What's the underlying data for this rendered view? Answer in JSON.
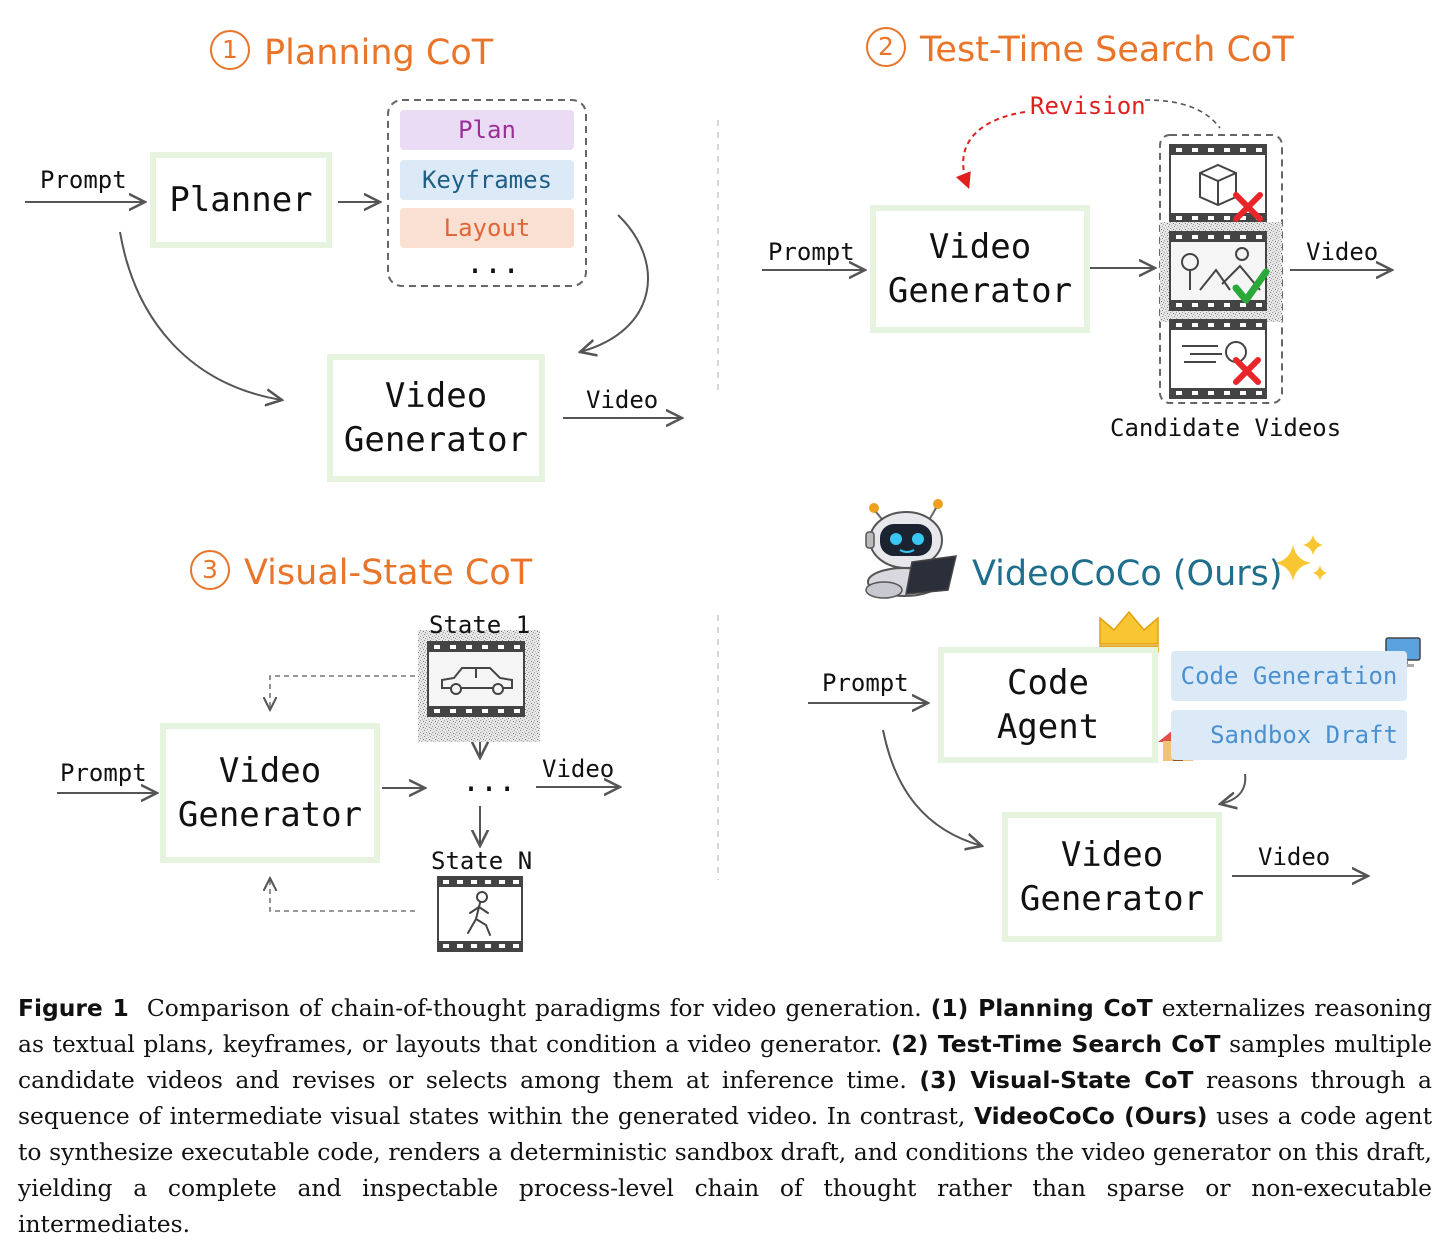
{
  "panel1": {
    "num": "1",
    "title": "Planning CoT",
    "prompt": "Prompt",
    "planner": "Planner",
    "items": {
      "plan": "Plan",
      "keyframes": "Keyframes",
      "layout": "Layout",
      "more": "..."
    },
    "generator": "Video\nGenerator",
    "output": "Video"
  },
  "panel2": {
    "num": "2",
    "title": "Test-Time Search CoT",
    "revision": "Revision",
    "prompt": "Prompt",
    "generator": "Video\nGenerator",
    "output": "Video",
    "candidates": "Candidate Videos"
  },
  "panel3": {
    "num": "3",
    "title": "Visual-State CoT",
    "prompt": "Prompt",
    "generator": "Video\nGenerator",
    "state1": "State 1",
    "stateN": "State N",
    "more": "...",
    "output": "Video"
  },
  "panel4": {
    "title": "VideoCoCo (Ours)",
    "prompt": "Prompt",
    "agent": "Code\nAgent",
    "code_generation": "Code Generation",
    "sandbox_draft": "Sandbox Draft",
    "generator": "Video\nGenerator",
    "output": "Video"
  },
  "caption": {
    "fig": "Figure 1",
    "t1": "Comparison of chain-of-thought paradigms for video generation.",
    "b1": "(1) Planning CoT",
    "t2": "externalizes reasoning as textual plans, keyframes, or layouts that condition a video generator.",
    "b2": "(2) Test-Time Search CoT",
    "t3": "samples multiple candidate videos and revises or selects among them at inference time.",
    "b3": "(3) Visual-State CoT",
    "t4": "reasons through a sequence of intermediate visual states within the generated video. In contrast,",
    "b4": "VideoCoCo (Ours)",
    "t5": "uses a code agent to synthesize executable code, renders a deterministic sandbox draft, and conditions the video generator on this draft, yielding a complete and inspectable process-level chain of thought rather than sparse or non-executable intermediates."
  },
  "colors": {
    "title_orange": "#e8752a",
    "title_blue": "#1f6e8c",
    "box_border": "#e6f4df",
    "revision_red": "#e02020",
    "check_green": "#2aa83a",
    "cross_red": "#e8262a"
  },
  "icons": [
    "whiteboard-icon",
    "map-icon",
    "cube-icon",
    "landscape-icon",
    "motion-icon",
    "car-icon",
    "walking-person-icon",
    "robot-icon",
    "sparkle-icon",
    "crown-icon",
    "monitor-icon",
    "house-icon",
    "check-icon",
    "cross-icon"
  ]
}
